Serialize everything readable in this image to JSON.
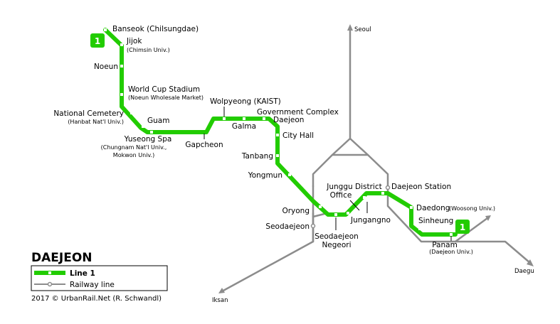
{
  "map": {
    "title": "DAEJEON",
    "line_color": "#22cc00",
    "rail_color": "#8c8c8c",
    "line_badge": "1",
    "legend": {
      "line1": "Line 1",
      "railway": "Railway line"
    },
    "credit": "2017 © UrbanRail.Net (R. Schwandl)",
    "destinations": {
      "seoul": "Seoul",
      "daegu": "Daegu",
      "iksan": "Iksan"
    },
    "stations": {
      "banseok": "Banseok (Chilsungdae)",
      "jijok": "Jijok",
      "jijok_sub": "(Chimsin Univ.)",
      "noeun": "Noeun",
      "world_cup": "World Cup Stadium",
      "world_cup_sub": "(Noeun Wholesale Market)",
      "national_cemetery": "National Cemetery",
      "national_cemetery_sub": "(Hanbat Nat'l Univ.)",
      "guam": "Guam",
      "yuseong": "Yuseong Spa",
      "yuseong_sub1": "(Chungnam Nat'l Univ.,",
      "yuseong_sub2": "Mokwon Univ.)",
      "gapcheon": "Gapcheon",
      "wolpyeong": "Wolpyeong (KAIST)",
      "galma": "Galma",
      "gov_complex1": "Government Complex",
      "gov_complex2": "Daejeon",
      "city_hall": "City Hall",
      "tanbang": "Tanbang",
      "yongmun": "Yongmun",
      "oryong": "Oryong",
      "seodaejeon": "Seodaejeon",
      "seodaejeon_negeori1": "Seodaejeon",
      "seodaejeon_negeori2": "Negeori",
      "junggu1": "Junggu District",
      "junggu2": "Office",
      "jungangno": "Jungangno",
      "daejeon_station": "Daejeon Station",
      "daedong": "Daedong",
      "daedong_sub": "(Woosong Univ.)",
      "sinheung": "Sinheung",
      "panam": "Panam",
      "panam_sub": "(Daejeon Univ.)"
    }
  }
}
